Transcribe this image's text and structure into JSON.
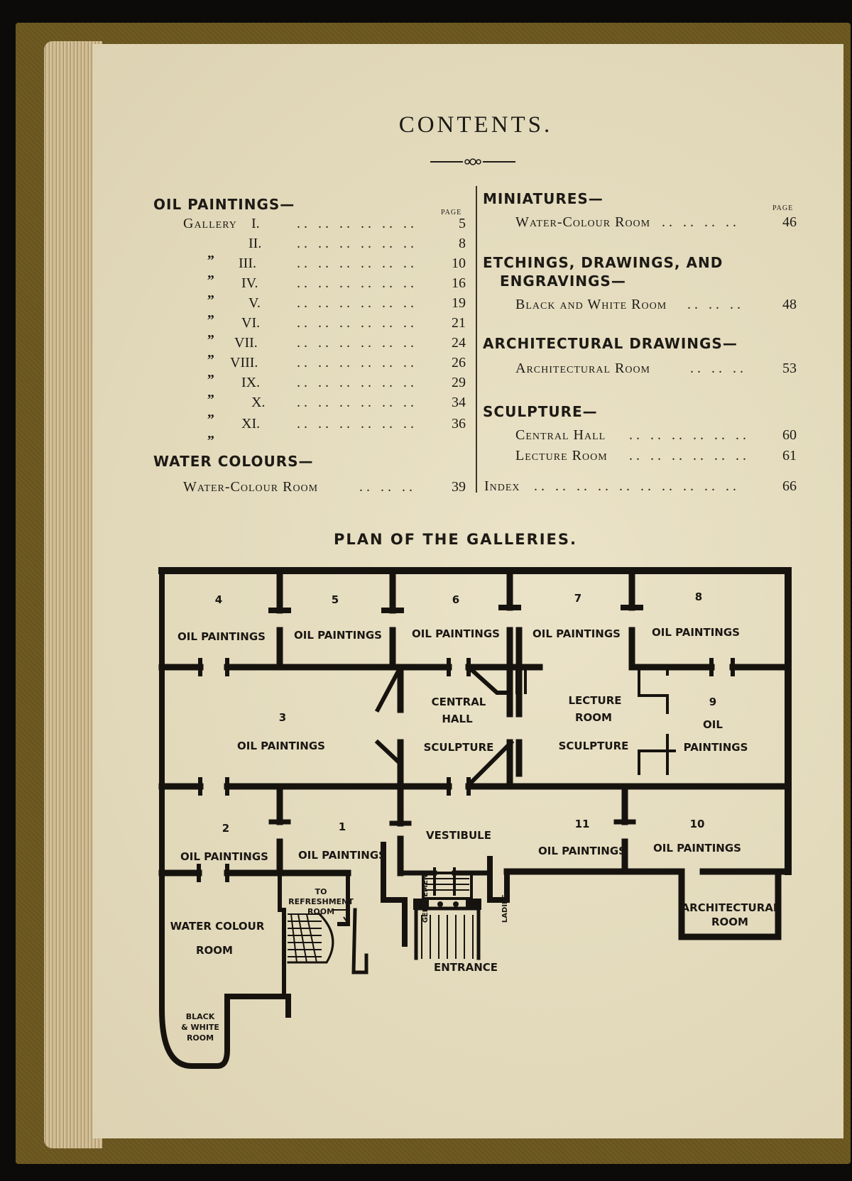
{
  "title": "CONTENTS.",
  "page_header": "PAGE",
  "left": {
    "oil_paintings": {
      "heading": "OIL PAINTINGS—",
      "gallery_label": "Gallery",
      "ditto": "„",
      "rows": [
        {
          "num": "I.",
          "page": "5"
        },
        {
          "num": "II.",
          "page": "8"
        },
        {
          "num": "III.",
          "page": "10"
        },
        {
          "num": "IV.",
          "page": "16"
        },
        {
          "num": "V.",
          "page": "19"
        },
        {
          "num": "VI.",
          "page": "21"
        },
        {
          "num": "VII.",
          "page": "24"
        },
        {
          "num": "VIII.",
          "page": "26"
        },
        {
          "num": "IX.",
          "page": "29"
        },
        {
          "num": "X.",
          "page": "34"
        },
        {
          "num": "XI.",
          "page": "36"
        }
      ]
    },
    "water_colours": {
      "heading": "WATER COLOURS—",
      "label": "Water-Colour Room",
      "page": "39"
    }
  },
  "right": {
    "miniatures": {
      "heading": "MINIATURES—",
      "label": "Water-Colour Room",
      "page": "46"
    },
    "etchings": {
      "heading_line1": "ETCHINGS, DRAWINGS, AND",
      "heading_line2": "ENGRAVINGS—",
      "label": "Black and White Room",
      "page": "48"
    },
    "architectural": {
      "heading": "ARCHITECTURAL DRAWINGS—",
      "label": "Architectural Room",
      "page": "53"
    },
    "sculpture": {
      "heading": "SCULPTURE—",
      "rows": [
        {
          "label": "Central Hall",
          "page": "60"
        },
        {
          "label": "Lecture Room",
          "page": "61"
        }
      ]
    },
    "index": {
      "label": "Index",
      "page": "66"
    }
  },
  "plan": {
    "title": "PLAN OF THE GALLERIES.",
    "rooms": {
      "r4_num": "4",
      "r5_num": "5",
      "r6_num": "6",
      "r7_num": "7",
      "r8_num": "8",
      "r3_num": "3",
      "r9_num": "9",
      "r2_num": "2",
      "r1_num": "1",
      "r11_num": "11",
      "r10_num": "10",
      "oil": "OIL PAINTINGS",
      "oil_word": "OIL",
      "paintings_word": "PAINTINGS",
      "central": "CENTRAL",
      "hall": "HALL",
      "lecture": "LECTURE",
      "room": "ROOM",
      "sculpture": "SCULPTURE",
      "vestibule": "VESTIBULE",
      "water_colour": "WATER COLOUR",
      "to": "TO",
      "refreshment": "REFRESHMENT",
      "gentlemen": "GENTLEMEN",
      "ladies": "LADIES",
      "entrance": "ENTRANCE",
      "architectural": "ARCHITECTURAL",
      "black": "BLACK",
      "white": "& WHITE"
    }
  },
  "colors": {
    "paper": "#e6ddc0",
    "ink": "#1d1a15",
    "cover": "#6f5a22"
  }
}
